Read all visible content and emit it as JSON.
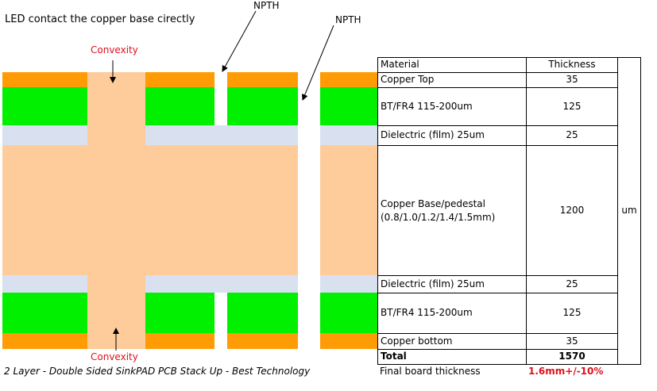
{
  "title": "LED contact the copper base cirectly",
  "labels": {
    "npth_1": "NPTH",
    "npth_2": "NPTH",
    "convexity_top": "Convexity",
    "convexity_bottom": "Convexity"
  },
  "caption": "2 Layer - Double Sided SinkPAD PCB Stack Up - Best Technology",
  "colors": {
    "copper": "#ff9b05",
    "fr4": "#00f000",
    "dielectric": "#d9e0f0",
    "copper_base": "#fdcc9a"
  },
  "table": {
    "headers": [
      "Material",
      "Thickness"
    ],
    "unit": "um",
    "rows": [
      {
        "material": "Copper Top",
        "thickness": "35"
      },
      {
        "material": "BT/FR4 115-200um",
        "thickness": "125"
      },
      {
        "material": "Dielectric (film) 25um",
        "thickness": "25"
      },
      {
        "material": "Copper Base/pedestal (0.8/1.0/1.2/1.4/1.5mm)",
        "thickness": "1200"
      },
      {
        "material": "Dielectric (film) 25um",
        "thickness": "25"
      },
      {
        "material": "BT/FR4 115-200um",
        "thickness": "125"
      },
      {
        "material": "Copper bottom",
        "thickness": "35"
      }
    ],
    "total_label": "Total",
    "total_value": "1570"
  },
  "final": {
    "label": "Final board thickness",
    "value": "1.6mm+/-10%"
  }
}
